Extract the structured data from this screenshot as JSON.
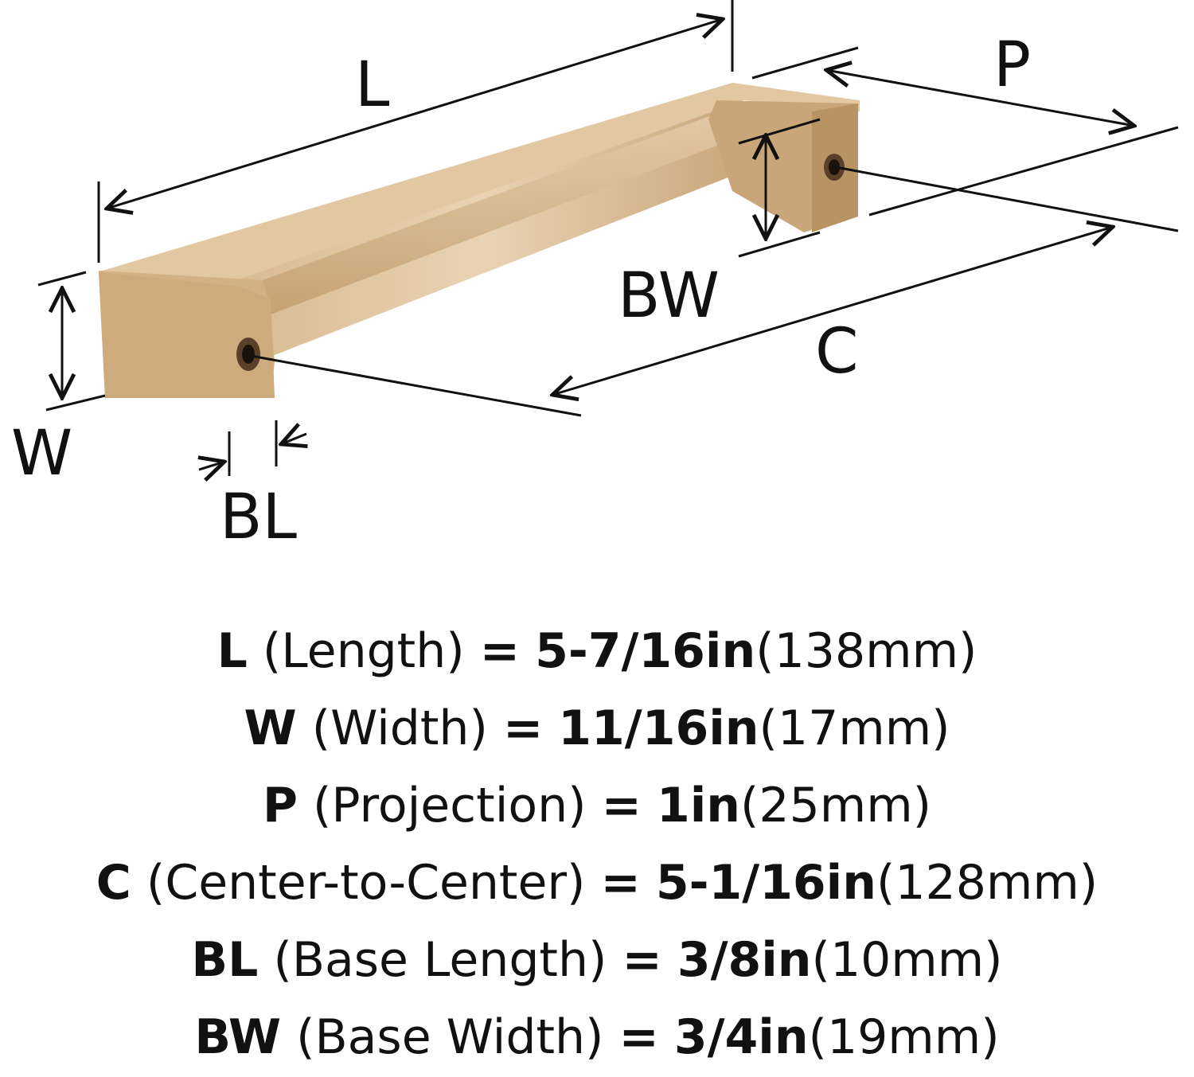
{
  "diagram": {
    "labels": {
      "L": "L",
      "P": "P",
      "BW": "BW",
      "C": "C",
      "W": "W",
      "BL": "BL"
    },
    "colors": {
      "finish_light": "#dcc19c",
      "finish_mid": "#c9a67a",
      "finish_dark": "#a9855a",
      "line": "#111111"
    }
  },
  "specs": [
    {
      "code": "L",
      "name": "(Length)",
      "eq": "=",
      "imperial": "5-7/16in",
      "metric": "(138mm)"
    },
    {
      "code": "W",
      "name": "(Width)",
      "eq": "=",
      "imperial": "11/16in",
      "metric": "(17mm)"
    },
    {
      "code": "P",
      "name": "(Projection)",
      "eq": "=",
      "imperial": "1in",
      "metric": "(25mm)"
    },
    {
      "code": "C",
      "name": "(Center-to-Center)",
      "eq": "=",
      "imperial": "5-1/16in",
      "metric": "(128mm)"
    },
    {
      "code": "BL",
      "name": "(Base Length)",
      "eq": "=",
      "imperial": "3/8in",
      "metric": "(10mm)"
    },
    {
      "code": "BW",
      "name": "(Base Width)",
      "eq": "=",
      "imperial": "3/4in",
      "metric": "(19mm)"
    }
  ]
}
